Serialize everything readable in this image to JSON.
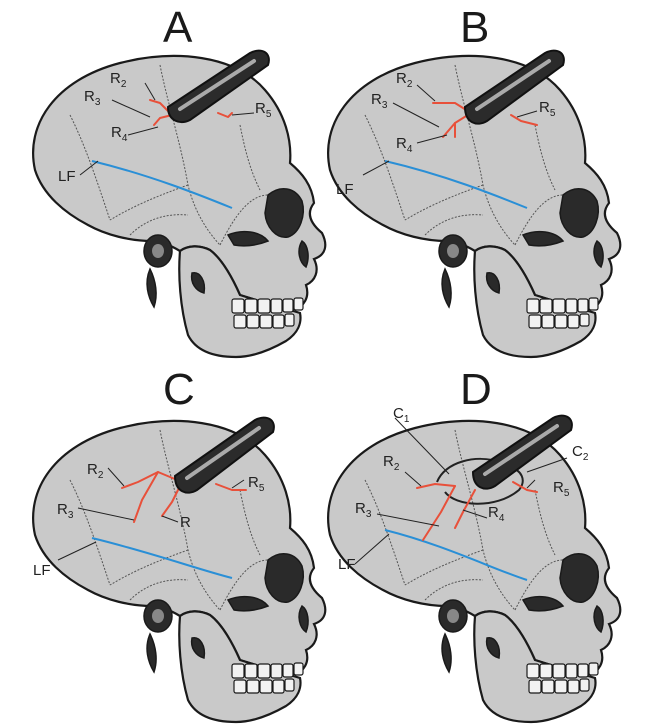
{
  "colors": {
    "fracture": "#e8503a",
    "lf_line": "#2a8fd6",
    "skull": "#c9c9c9",
    "outline": "#1a1a1a",
    "impactor": "#2b2b2b"
  },
  "panels": [
    {
      "letter": "A",
      "labels": {
        "R2": "R",
        "R2_sub": "2",
        "R3": "R",
        "R3_sub": "3",
        "R4": "R",
        "R4_sub": "4",
        "R5": "R",
        "R5_sub": "5",
        "LF": "LF"
      }
    },
    {
      "letter": "B",
      "labels": {
        "R2": "R",
        "R2_sub": "2",
        "R3": "R",
        "R3_sub": "3",
        "R4": "R",
        "R4_sub": "4",
        "R5": "R",
        "R5_sub": "5",
        "LF": "LF"
      }
    },
    {
      "letter": "C",
      "labels": {
        "R2": "R",
        "R2_sub": "2",
        "R3": "R",
        "R3_sub": "3",
        "R4": "R",
        "R4_sub": "",
        "R5": "R",
        "R5_sub": "5",
        "LF": "LF"
      }
    },
    {
      "letter": "D",
      "labels": {
        "R2": "R",
        "R2_sub": "2",
        "R3": "R",
        "R3_sub": "3",
        "R4": "R",
        "R4_sub": "4",
        "R5": "R",
        "R5_sub": "5",
        "LF": "LF",
        "C1": "C",
        "C1_sub": "1",
        "C2": "C",
        "C2_sub": "2"
      }
    }
  ]
}
